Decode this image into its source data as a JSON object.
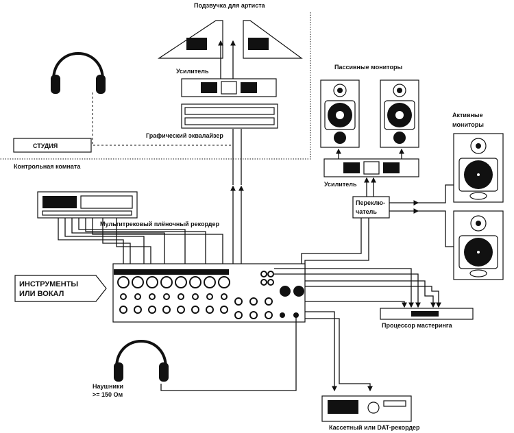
{
  "labels": {
    "artist_monitoring": "Подзвучка для артиста",
    "amplifier_top": "Усилитель",
    "graphic_eq": "Графический эквалайзер",
    "studio": "СТУДИЯ",
    "control_room": "Контрольная комната",
    "passive_monitors": "Пассивные мониторы",
    "amplifier_right": "Усилитель",
    "switcher_line1": "Переклю-",
    "switcher_line2": "чатель",
    "active_monitors_line1": "Активные",
    "active_monitors_line2": "мониторы",
    "multitrack": "Мультитрековый плёночный рекордер",
    "instruments_line1": "ИНСТРУМЕНТЫ",
    "instruments_line2": "ИЛИ ВОКАЛ",
    "mastering": "Процессор мастеринга",
    "headphones_line1": "Наушники",
    "headphones_line2": ">= 150 Ом",
    "recorder": "Кассетный или DAT-рекордер"
  },
  "icons": [
    "headphones-icon",
    "stage-monitor-icon",
    "speaker-icon",
    "amplifier-icon",
    "equalizer-icon",
    "mixer-icon",
    "tape-recorder-icon",
    "cassette-deck-icon",
    "mastering-processor-icon"
  ]
}
